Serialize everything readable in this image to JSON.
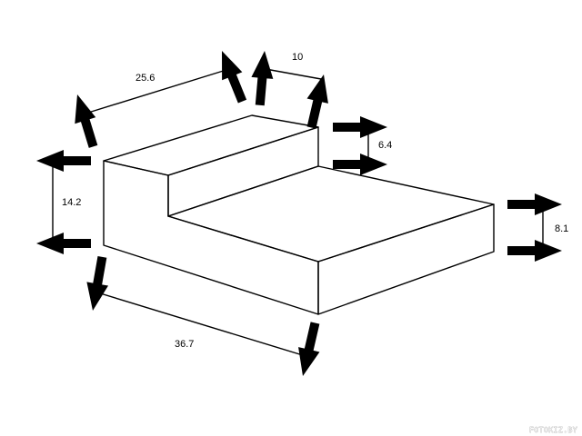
{
  "dimensions": {
    "top_length": "25.6",
    "step_width": "10",
    "step_height": "6.4",
    "left_height": "14.2",
    "right_height": "8.1",
    "bottom_length": "36.7"
  },
  "watermark": "FOTOKIZ.BY",
  "colors": {
    "ink": "#000000",
    "background": "#ffffff"
  }
}
